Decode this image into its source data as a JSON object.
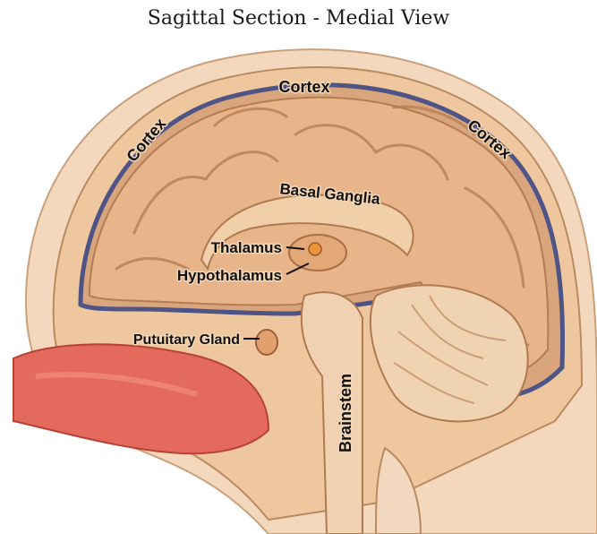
{
  "figure": {
    "title": "Sagittal Section - Medial View",
    "labels": {
      "cortex_top": "Cortex",
      "cortex_left": "Cortex",
      "cortex_right": "Cortex",
      "basal_ganglia": "Basal Ganglia",
      "thalamus": "Thalamus",
      "hypothalamus": "Hypothalamus",
      "pituitary": "Putuitary Gland",
      "brainstem": "Brainstem"
    },
    "colors": {
      "brain": "#e8b48a",
      "brain_dark": "#c98e62",
      "skull": "#f2d2b0",
      "dura": "#5a5f8a",
      "face": "#e36a5c"
    }
  }
}
